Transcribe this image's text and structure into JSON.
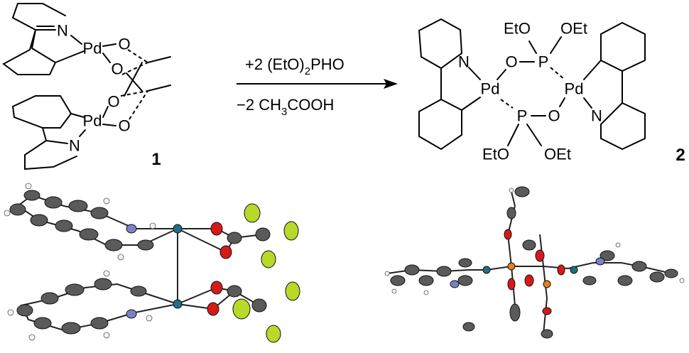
{
  "compound_1": {
    "number": "1",
    "atoms": {
      "n_top": "N",
      "pd_top": "Pd",
      "o1": "O",
      "o2": "O",
      "o3": "O",
      "o4": "O",
      "pd_bottom": "Pd",
      "n_bottom": "N"
    }
  },
  "reaction": {
    "reagent_prefix": "+2 (EtO)",
    "reagent_sub": "2",
    "reagent_suffix": "PHO",
    "byproduct_prefix": "−2 CH",
    "byproduct_sub": "3",
    "byproduct_suffix": "COOH"
  },
  "compound_2": {
    "number": "2",
    "atoms": {
      "n_left": "N",
      "pd_left": "Pd",
      "o_top": "O",
      "p_top": "P",
      "pd_right": "Pd",
      "o_bottom": "O",
      "p_bottom": "P",
      "n_right": "N",
      "eto_top": "EtO",
      "oet_top": "OEt",
      "eto_bottom": "EtO",
      "oet_bottom": "OEt"
    }
  },
  "colors": {
    "carbon": "#5a5a5a",
    "nitrogen": "#7d80c8",
    "oxygen": "#d61a1a",
    "fluorine": "#b8d82a",
    "palladium": "#1f6f86",
    "phosphorus": "#e0821e"
  }
}
